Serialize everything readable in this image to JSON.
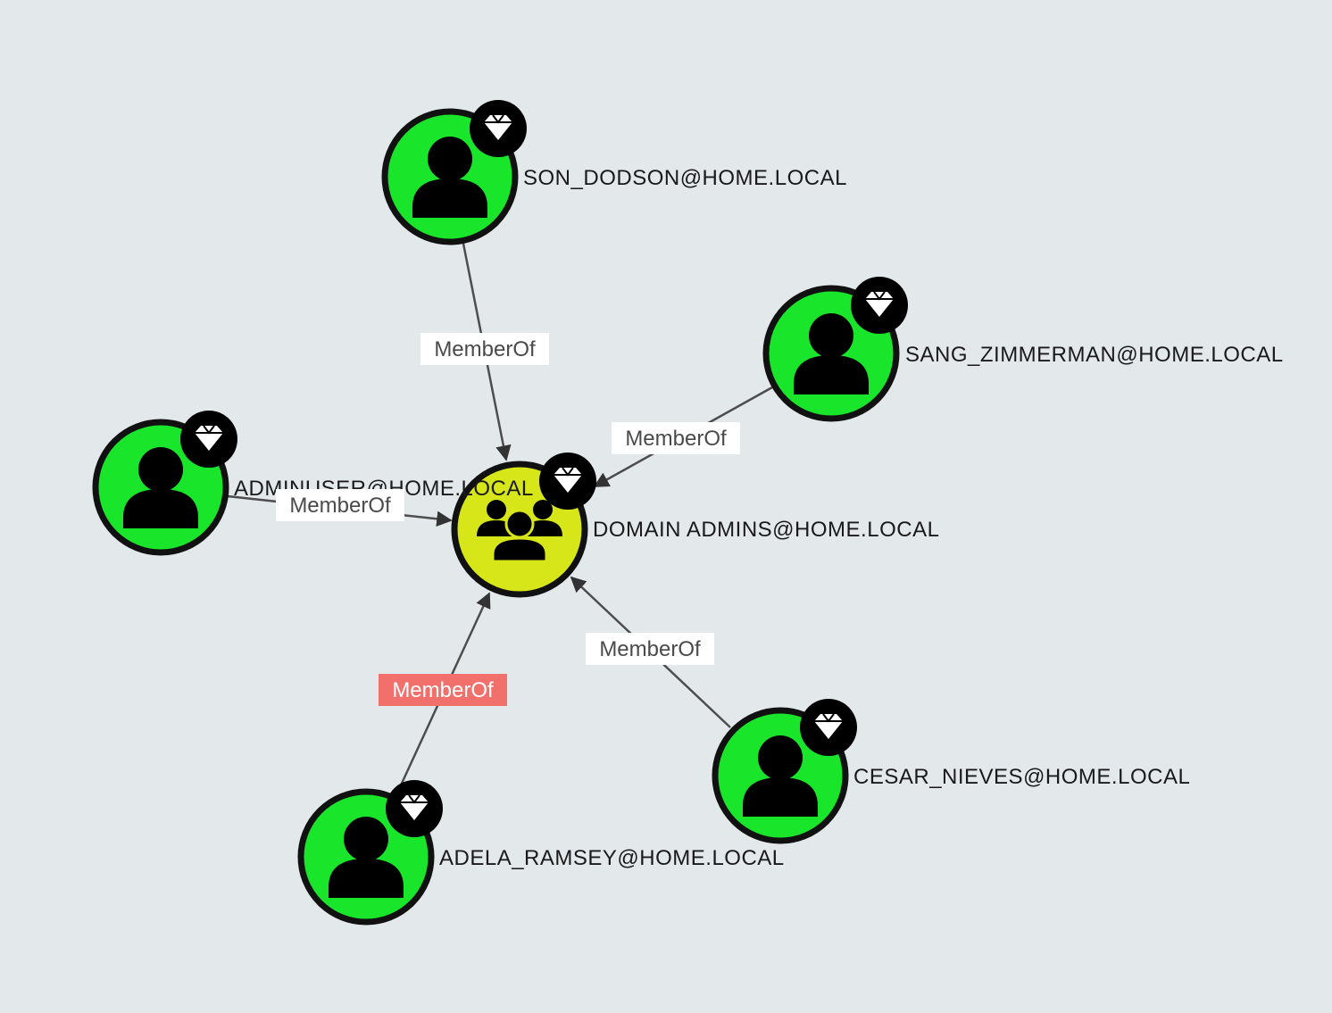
{
  "colors": {
    "background": "#e3e8eb",
    "user_fill": "#19e62a",
    "group_fill": "#d7e619",
    "node_border": "#111111",
    "edge": "#4d4d4d",
    "label_bg": "#ffffff",
    "label_highlight_bg": "#f2706b"
  },
  "center_node": {
    "label": "DOMAIN ADMINS@HOME.LOCAL",
    "type": "group",
    "icon": "group-icon",
    "badge_icon": "diamond-icon"
  },
  "user_nodes": [
    {
      "label": "SON_DODSON@HOME.LOCAL",
      "type": "user",
      "icon": "user-icon",
      "badge_icon": "diamond-icon"
    },
    {
      "label": "SANG_ZIMMERMAN@HOME.LOCAL",
      "type": "user",
      "icon": "user-icon",
      "badge_icon": "diamond-icon"
    },
    {
      "label": "ADMINUSER@HOME.LOCAL",
      "type": "user",
      "icon": "user-icon",
      "badge_icon": "diamond-icon"
    },
    {
      "label": "ADELA_RAMSEY@HOME.LOCAL",
      "type": "user",
      "icon": "user-icon",
      "badge_icon": "diamond-icon"
    },
    {
      "label": "CESAR_NIEVES@HOME.LOCAL",
      "type": "user",
      "icon": "user-icon",
      "badge_icon": "diamond-icon"
    }
  ],
  "edges": [
    {
      "from": "SON_DODSON@HOME.LOCAL",
      "to": "DOMAIN ADMINS@HOME.LOCAL",
      "label": "MemberOf",
      "highlighted": false
    },
    {
      "from": "SANG_ZIMMERMAN@HOME.LOCAL",
      "to": "DOMAIN ADMINS@HOME.LOCAL",
      "label": "MemberOf",
      "highlighted": false
    },
    {
      "from": "ADMINUSER@HOME.LOCAL",
      "to": "DOMAIN ADMINS@HOME.LOCAL",
      "label": "MemberOf",
      "highlighted": false
    },
    {
      "from": "ADELA_RAMSEY@HOME.LOCAL",
      "to": "DOMAIN ADMINS@HOME.LOCAL",
      "label": "MemberOf",
      "highlighted": true
    },
    {
      "from": "CESAR_NIEVES@HOME.LOCAL",
      "to": "DOMAIN ADMINS@HOME.LOCAL",
      "label": "MemberOf",
      "highlighted": false
    }
  ]
}
